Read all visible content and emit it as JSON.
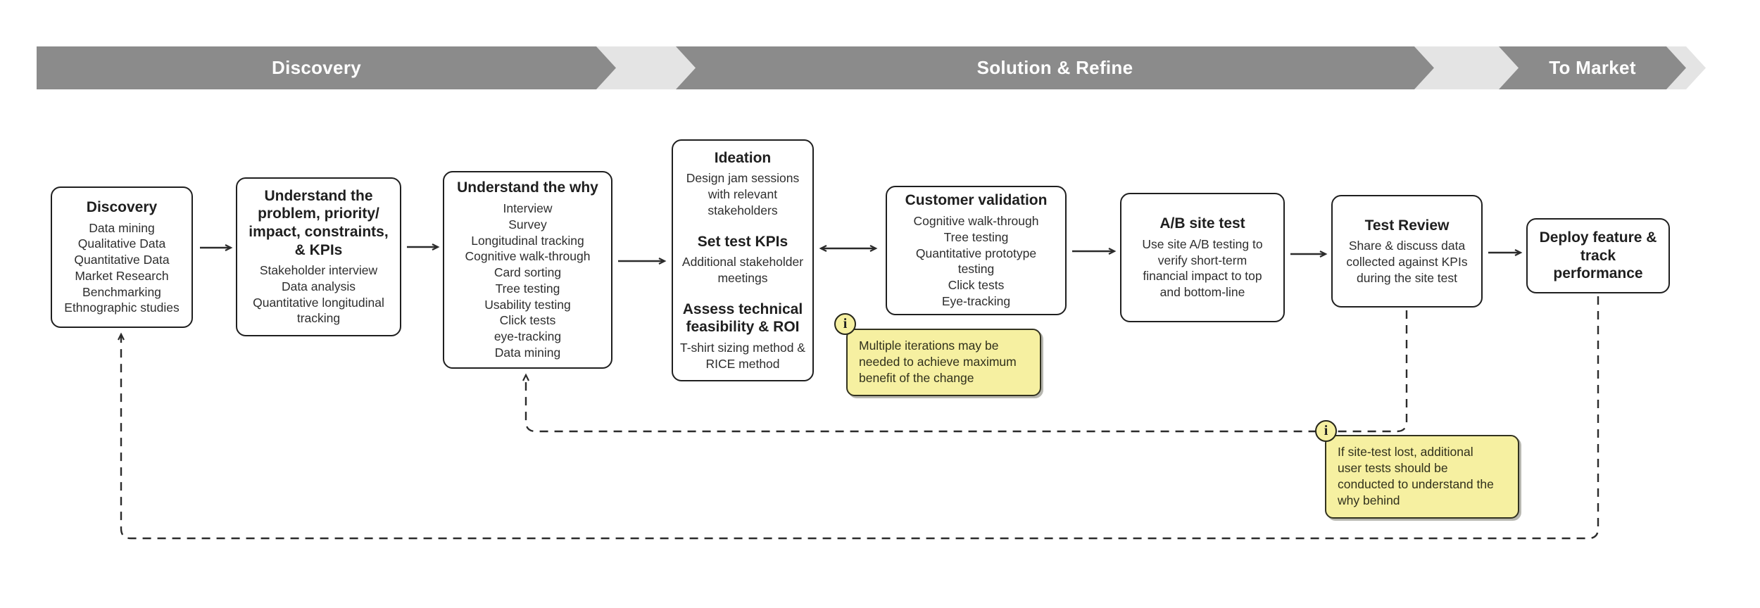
{
  "banner": {
    "phases": [
      {
        "label": "Discovery"
      },
      {
        "label": "Solution & Refine"
      },
      {
        "label": "To Market"
      }
    ],
    "dark_color": "#8b8b8b",
    "light_color": "#e4e4e4"
  },
  "boxes": {
    "discovery": {
      "title": "Discovery",
      "body": "Data mining\nQualitative Data\nQuantitative Data\nMarket Research\nBenchmarking\nEthnographic studies"
    },
    "understand_problem": {
      "title": "Understand the\nproblem, priority/\nimpact, constraints,\n& KPIs",
      "body": "Stakeholder interview\nData analysis\nQuantitative longitudinal\ntracking"
    },
    "understand_why": {
      "title": "Understand the why",
      "body": "Interview\nSurvey\nLongitudinal tracking\nCognitive walk-through\nCard sorting\nTree testing\nUsability testing\nClick tests\neye-tracking\nData mining"
    },
    "ideation": {
      "sections": [
        {
          "title": "Ideation",
          "body": "Design jam sessions\nwith relevant\nstakeholders"
        },
        {
          "title": "Set test KPIs",
          "body": "Additional stakeholder\nmeetings"
        },
        {
          "title": "Assess technical\nfeasibility & ROI",
          "body": "T-shirt sizing method &\nRICE method"
        }
      ]
    },
    "customer_validation": {
      "title": "Customer validation",
      "body": "Cognitive walk-through\nTree testing\nQuantitative prototype\ntesting\nClick tests\nEye-tracking"
    },
    "ab_site_test": {
      "title": "A/B site test",
      "body": "Use site A/B testing to\nverify short-term\nfinancial impact to top\nand bottom-line"
    },
    "test_review": {
      "title": "Test Review",
      "body": "Share & discuss data\ncollected against KPIs\nduring the site test"
    },
    "deploy": {
      "title": "Deploy feature &\ntrack\nperformance"
    }
  },
  "notes": [
    {
      "icon": "i",
      "text": "Multiple iterations may be\nneeded to achieve maximum\nbenefit of the change"
    },
    {
      "icon": "i",
      "text": "If site-test lost, additional\nuser tests should be\nconducted to understand the\nwhy behind"
    }
  ],
  "colors": {
    "box_border": "#1f1f1f",
    "line": "#2b2b2b",
    "note_fill": "#f6f0a1",
    "note_border": "#32321f"
  }
}
